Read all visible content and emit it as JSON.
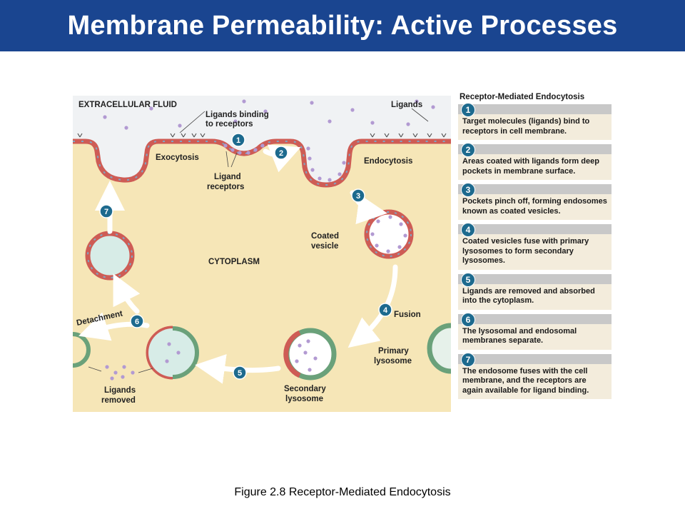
{
  "title": "Membrane Permeability: Active Processes",
  "caption": "Figure 2.8  Receptor-Mediated Endocytosis",
  "colors": {
    "header": "#1a4590",
    "cytoplasm": "#f6e6b7",
    "extracellular": "#f0f2f4",
    "membrane": "#ce5c55",
    "lysosome": "#6aa17a",
    "step_circle": "#1d6a8e",
    "ligand": "#b29ad2",
    "panel_bg": "#f3ecdc"
  },
  "diagram": {
    "extracellular_fluid": "EXTRACELLULAR FLUID",
    "ligands": "Ligands",
    "ligands_binding_1": "Ligands binding",
    "ligands_binding_2": "to receptors",
    "exocytosis": "Exocytosis",
    "ligand_receptors_1": "Ligand",
    "ligand_receptors_2": "receptors",
    "endocytosis": "Endocytosis",
    "cytoplasm": "CYTOPLASM",
    "coated_vesicle_1": "Coated",
    "coated_vesicle_2": "vesicle",
    "fusion": "Fusion",
    "primary_lysosome_1": "Primary",
    "primary_lysosome_2": "lysosome",
    "secondary_lysosome_1": "Secondary",
    "secondary_lysosome_2": "lysosome",
    "detachment": "Detachment",
    "ligands_removed_1": "Ligands",
    "ligands_removed_2": "removed",
    "step_numbers": [
      "1",
      "2",
      "3",
      "4",
      "5",
      "6",
      "7"
    ]
  },
  "panel": {
    "title": "Receptor-Mediated Endocytosis",
    "steps": [
      {
        "num": "1",
        "text": "Target molecules (ligands) bind to receptors in cell membrane."
      },
      {
        "num": "2",
        "text": "Areas coated with ligands form deep pockets in membrane surface."
      },
      {
        "num": "3",
        "text": "Pockets pinch off, forming endosomes known as coated vesicles."
      },
      {
        "num": "4",
        "text": "Coated vesicles fuse with primary lysosomes to form secondary lysosomes."
      },
      {
        "num": "5",
        "text": "Ligands are removed and absorbed into the cytoplasm."
      },
      {
        "num": "6",
        "text": "The lysosomal and endosomal membranes separate."
      },
      {
        "num": "7",
        "text": "The endosome fuses with the cell membrane, and the receptors are again available for ligand binding."
      }
    ]
  }
}
